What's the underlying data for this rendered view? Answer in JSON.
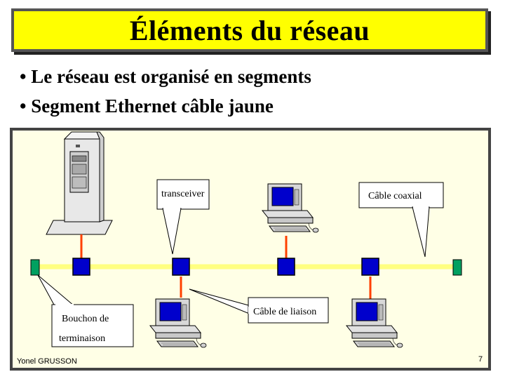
{
  "title": "Éléments du réseau",
  "bullets": [
    "• Le réseau est organisé en segments",
    "• Segment Ethernet câble jaune"
  ],
  "labels": {
    "transceiver": "transceiver",
    "coax": "Câble coaxial",
    "liaison": "Câble de liaison",
    "bouchon_line1": "Bouchon de",
    "bouchon_line2": "terminaison"
  },
  "footer": {
    "author": "Yonel GRUSSON",
    "page": "7"
  },
  "colors": {
    "banner": "#ffff00",
    "ethernet_cable": "#ffff80",
    "transceiver": "#0000cc",
    "terminator": "#00a060",
    "drop_cable": "#ff4000"
  }
}
